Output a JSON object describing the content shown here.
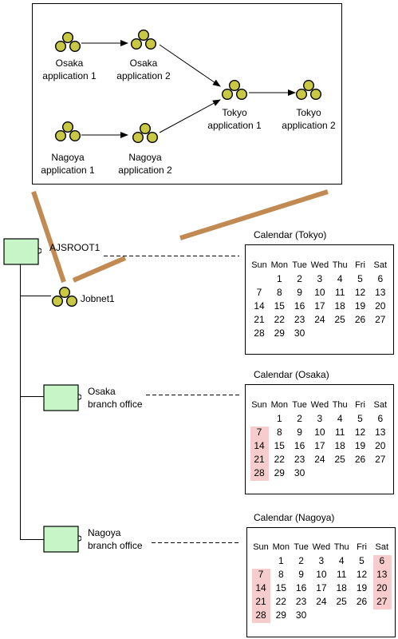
{
  "colors": {
    "node_fill": "#c8c842",
    "folder_fill": "#c8f5c8",
    "connector": "#c08a52",
    "holiday": "#f6cccc"
  },
  "top_diagram": {
    "nodes": [
      {
        "id": "osaka1",
        "line1": "Osaka",
        "line2": "application 1"
      },
      {
        "id": "osaka2",
        "line1": "Osaka",
        "line2": "application 2"
      },
      {
        "id": "tokyo1",
        "line1": "Tokyo",
        "line2": "application 1"
      },
      {
        "id": "tokyo2",
        "line1": "Tokyo",
        "line2": "application 2"
      },
      {
        "id": "nagoya1",
        "line1": "Nagoya",
        "line2": "application 1"
      },
      {
        "id": "nagoya2",
        "line1": "Nagoya",
        "line2": "application 2"
      }
    ]
  },
  "tree": {
    "root": "AJSROOT1",
    "jobnet": "Jobnet1",
    "osaka_line1": "Osaka",
    "osaka_line2": "branch office",
    "nagoya_line1": "Nagoya",
    "nagoya_line2": "branch office"
  },
  "calendars": {
    "day_headers": [
      "Sun",
      "Mon",
      "Tue",
      "Wed",
      "Thu",
      "Fri",
      "Sat"
    ],
    "tokyo": {
      "title": "Calendar (Tokyo)",
      "weeks": [
        [
          "",
          "1",
          "2",
          "3",
          "4",
          "5",
          "6"
        ],
        [
          "7",
          "8",
          "9",
          "10",
          "11",
          "12",
          "13"
        ],
        [
          "14",
          "15",
          "16",
          "17",
          "18",
          "19",
          "20"
        ],
        [
          "21",
          "22",
          "23",
          "24",
          "25",
          "26",
          "27"
        ],
        [
          "28",
          "29",
          "30",
          "",
          "",
          "",
          ""
        ]
      ],
      "highlight_columns": []
    },
    "osaka": {
      "title": "Calendar (Osaka)",
      "weeks": [
        [
          "",
          "1",
          "2",
          "3",
          "4",
          "5",
          "6"
        ],
        [
          "7",
          "8",
          "9",
          "10",
          "11",
          "12",
          "13"
        ],
        [
          "14",
          "15",
          "16",
          "17",
          "18",
          "19",
          "20"
        ],
        [
          "21",
          "22",
          "23",
          "24",
          "25",
          "26",
          "27"
        ],
        [
          "28",
          "29",
          "30",
          "",
          "",
          "",
          ""
        ]
      ],
      "highlight_columns": [
        0
      ]
    },
    "nagoya": {
      "title": "Calendar (Nagoya)",
      "weeks": [
        [
          "",
          "1",
          "2",
          "3",
          "4",
          "5",
          "6"
        ],
        [
          "7",
          "8",
          "9",
          "10",
          "11",
          "12",
          "13"
        ],
        [
          "14",
          "15",
          "16",
          "17",
          "18",
          "19",
          "20"
        ],
        [
          "21",
          "22",
          "23",
          "24",
          "25",
          "26",
          "27"
        ],
        [
          "28",
          "29",
          "30",
          "",
          "",
          "",
          ""
        ]
      ],
      "highlight_columns": [
        0,
        6
      ]
    }
  }
}
